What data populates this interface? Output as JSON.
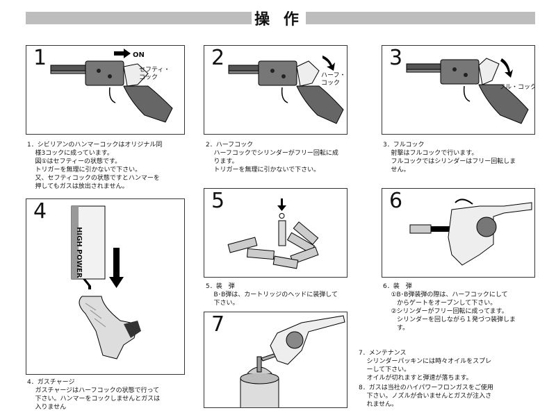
{
  "header": {
    "title": "操 作"
  },
  "panels": [
    {
      "number": "1",
      "label": "セフティ・\nコック",
      "badge": "ON"
    },
    {
      "number": "2",
      "label": "ハーフ・\nコック"
    },
    {
      "number": "3",
      "label": "フル・コック"
    },
    {
      "number": "4"
    },
    {
      "number": "5"
    },
    {
      "number": "6"
    },
    {
      "number": "7"
    }
  ],
  "captions": {
    "c1": "1．シビリアンのハンマーコックはオリジナル同\n    様3コックに成っています。\n    図①はセフティーの状態です。\n    トリガーを無理に引かないで下さい。\n    又、セフティコックの状態ですとハンマーを\n    押してもガスは放出されません。",
    "c2": "2．ハーフコック\n    ハーフコックでシリンダーがフリー回転に成\n    ります。\n    トリガーを無理に引かないで下さい。",
    "c3": "3．フルコック\n    射撃はフルコックで行います。\n    フルコックではシリンダーはフリー回転しま\n    せん。",
    "c4": "4．ガスチャージ\n    ガスチャージはハーフコックの状態で行って\n    下さい。ハンマーをコックしませんとガスは\n    入りません",
    "c5": "5．装　弾\n    B･B弾は、カートリッジのヘッドに装弾して\n    下さい。",
    "c6": "6．装　弾\n    ①B･B弾装弾の際は、ハーフコックにして\n       からゲートをオープンして下さい。\n    ②シリンダーがフリー回転に成ってます。\n       シリンダーを回しながら１発づつ装弾しま\n       す。",
    "c7": "7．メンテナンス\n    シリンダーパッキンには時々オイルをスプレ\n    ーして下さい。\n    オイルが切れますと弾速が落ちます。",
    "c8": "8．ガスは当社のハイパワーフロンガスをご使用\n    下さい。ノズルが合いませんとガスが注入さ\n    れません。"
  },
  "can_label": "HIGH POWER"
}
